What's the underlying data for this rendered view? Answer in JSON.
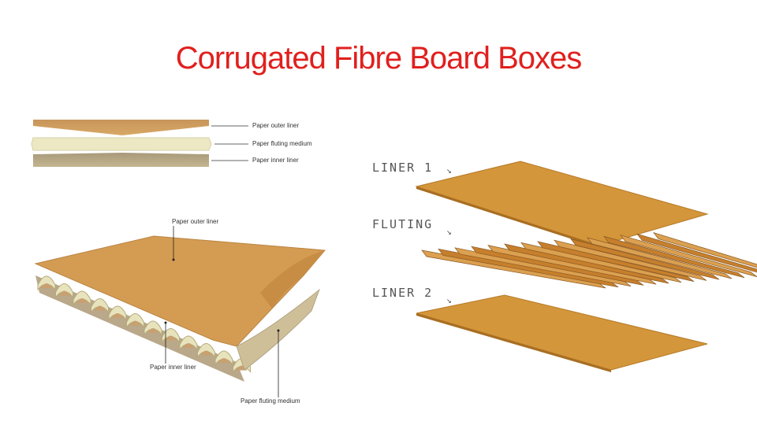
{
  "title": "Corrugated Fibre Board Boxes",
  "colors": {
    "title": "#e0201e",
    "liner": "#d49838",
    "liner_dark": "#b98a45",
    "fluting_medium": "#ece8c4",
    "flute_core": "#c9975a",
    "flute_dark": "#8a5a25"
  },
  "top_diagram": {
    "labels": [
      "Paper outer liner",
      "Paper fluting medium",
      "Paper inner liner"
    ]
  },
  "cutaway_diagram": {
    "label_outer": "Paper outer liner",
    "label_inner": "Paper inner liner",
    "label_fluting": "Paper fluting medium"
  },
  "layers_diagram": {
    "liner1": "LINER 1",
    "fluting": "FLUTING",
    "liner2": "LINER 2"
  }
}
